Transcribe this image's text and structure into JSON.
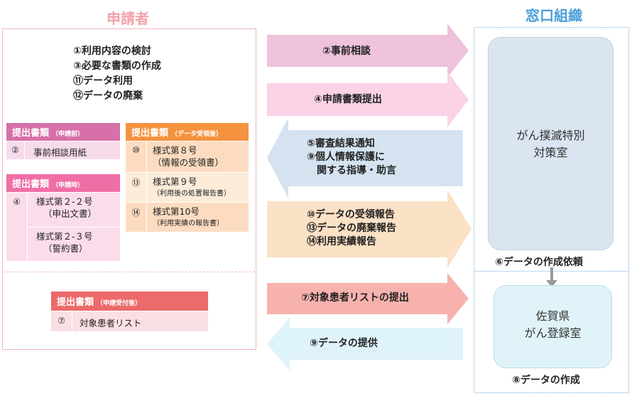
{
  "headers": {
    "left": "申請者",
    "right": "窓口組織"
  },
  "intro_lines": [
    "①利用内容の検討",
    "③必要な書類の作成",
    "⑪データ利用",
    "⑫データの廃棄"
  ],
  "box_pre": {
    "title": "提出書類",
    "subtitle": "（申請前）",
    "color": "#d770a8",
    "rows": [
      {
        "num": "②",
        "text": "事前相談用紙"
      }
    ]
  },
  "box_app": {
    "title": "提出書類",
    "subtitle": "（申請時）",
    "color": "#f06ea6",
    "num": "④",
    "rows": [
      {
        "line1": "様式第２-２号",
        "line2": "（申出文書）"
      },
      {
        "line1": "様式第２-３号",
        "line2": "（誓約書）"
      }
    ]
  },
  "box_recv": {
    "title": "提出書類",
    "subtitle": "（データ受領後）",
    "color": "#f5923e",
    "rows": [
      {
        "num": "⑩",
        "line1": "様式第８号",
        "line2": "（情報の受領書）"
      },
      {
        "num": "⑬",
        "line1": "様式第９号",
        "line2": "（利用後の処置報告書）"
      },
      {
        "num": "⑭",
        "line1": "様式第10号",
        "line2": "（利用実績の報告書）"
      }
    ]
  },
  "box_after": {
    "title": "提出書類",
    "subtitle": "（申請受付後）",
    "color": "#ec6a6a",
    "rows": [
      {
        "num": "⑦",
        "text": "対象患者リスト"
      }
    ]
  },
  "arrows": [
    {
      "lines": [
        "②事前相談"
      ],
      "direction": "right",
      "color": "#efc2dc"
    },
    {
      "lines": [
        "④申請書類提出"
      ],
      "direction": "right",
      "color": "#fbd3e6"
    },
    {
      "lines": [
        "⑤審査結果通知",
        "⑨個人情報保護に",
        "　関する指導・助言"
      ],
      "direction": "left",
      "color": "#d5e3f0"
    },
    {
      "lines": [
        "⑩データの受領報告",
        "⑬データの廃棄報告",
        "⑭利用実績報告"
      ],
      "direction": "right",
      "color": "#fbe1c6"
    },
    {
      "lines": [
        "⑦対象患者リストの提出"
      ],
      "direction": "right",
      "color": "#f7b2ae"
    },
    {
      "lines": [
        "⑨データの提供"
      ],
      "direction": "left",
      "color": "#dff3fb"
    }
  ],
  "org": {
    "top_box": [
      "がん撲滅特別",
      "対策室"
    ],
    "top_caption": "⑥データの作成依頼",
    "bottom_box": [
      "佐賀県",
      "がん登録室"
    ],
    "bottom_caption": "⑧データの作成"
  }
}
